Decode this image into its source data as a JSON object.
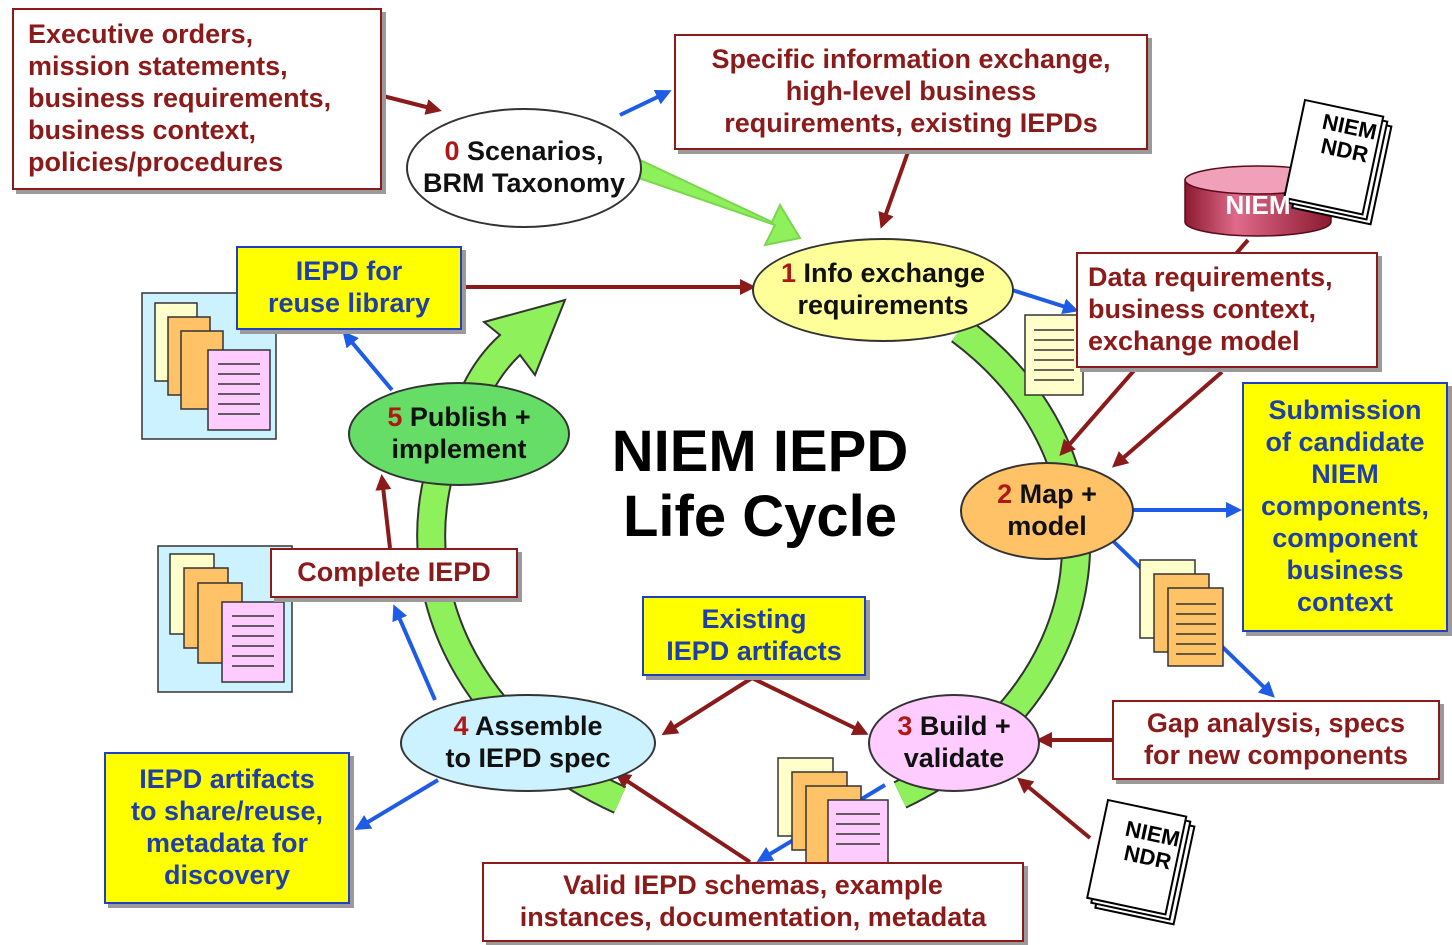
{
  "title": {
    "line1": "NIEM IEPD",
    "line2": "Life Cycle"
  },
  "nodes": {
    "n0": {
      "num": "0",
      "text": "Scenarios,",
      "text2": "BRM Taxonomy"
    },
    "n1": {
      "num": "1",
      "text": "Info exchange",
      "text2": "requirements"
    },
    "n2": {
      "num": "2",
      "text": "Map +",
      "text2": "model"
    },
    "n3": {
      "num": "3",
      "text": "Build +",
      "text2": "validate"
    },
    "n4": {
      "num": "4",
      "text": "Assemble",
      "text2": "to IEPD spec"
    },
    "n5": {
      "num": "5",
      "text": "Publish +",
      "text2": "implement"
    }
  },
  "red_boxes": {
    "executive": "Executive orders,\nmission statements,\nbusiness requirements,\nbusiness context,\npolicies/procedures",
    "specific": "Specific information exchange,\nhigh-level business\nrequirements, existing IEPDs",
    "data_req": "Data requirements,\nbusiness context,\nexchange model",
    "gap": "Gap analysis, specs\nfor new components",
    "valid": "Valid IEPD schemas, example\ninstances, documentation, metadata",
    "complete": "Complete IEPD"
  },
  "yellow_boxes": {
    "reuse": "IEPD for\nreuse library",
    "submission": "Submission\nof candidate\nNIEM\ncomponents,\ncomponent\nbusiness\ncontext",
    "existing": "Existing\nIEPD artifacts",
    "share": "IEPD artifacts\nto share/reuse,\nmetadata for\ndiscovery"
  },
  "niem_db": "NIEM",
  "ndr_top": {
    "line1": "NIEM",
    "line2": "NDR"
  },
  "ndr_bottom": {
    "line1": "NIEM",
    "line2": "NDR"
  },
  "colors": {
    "red_arrow": "#8b1a1a",
    "blue_arrow": "#1e5ce6",
    "green_cycle": "#8ef05a",
    "node0": "#ffffff",
    "node1": "#ffff99",
    "node2": "#ffc266",
    "node3": "#ffccff",
    "node4": "#ccf2ff",
    "node5": "#66dd66"
  }
}
